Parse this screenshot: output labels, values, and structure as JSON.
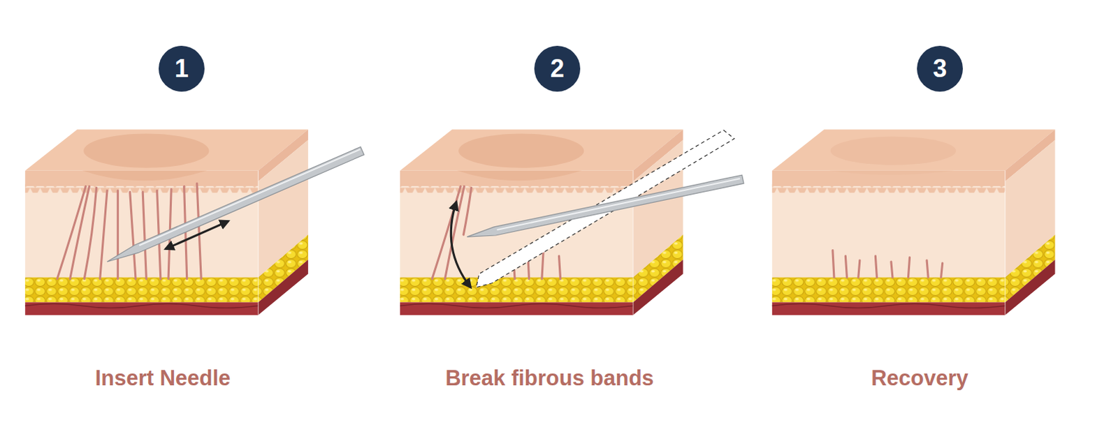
{
  "diagram": {
    "nodes": [
      {
        "text": [
          "1"
        ]
      },
      {
        "text": [
          "2"
        ]
      },
      {
        "text": [
          "3"
        ]
      }
    ],
    "labels": [
      "Insert Needle",
      "Break fibrous bands",
      "Recovery"
    ]
  }
}
